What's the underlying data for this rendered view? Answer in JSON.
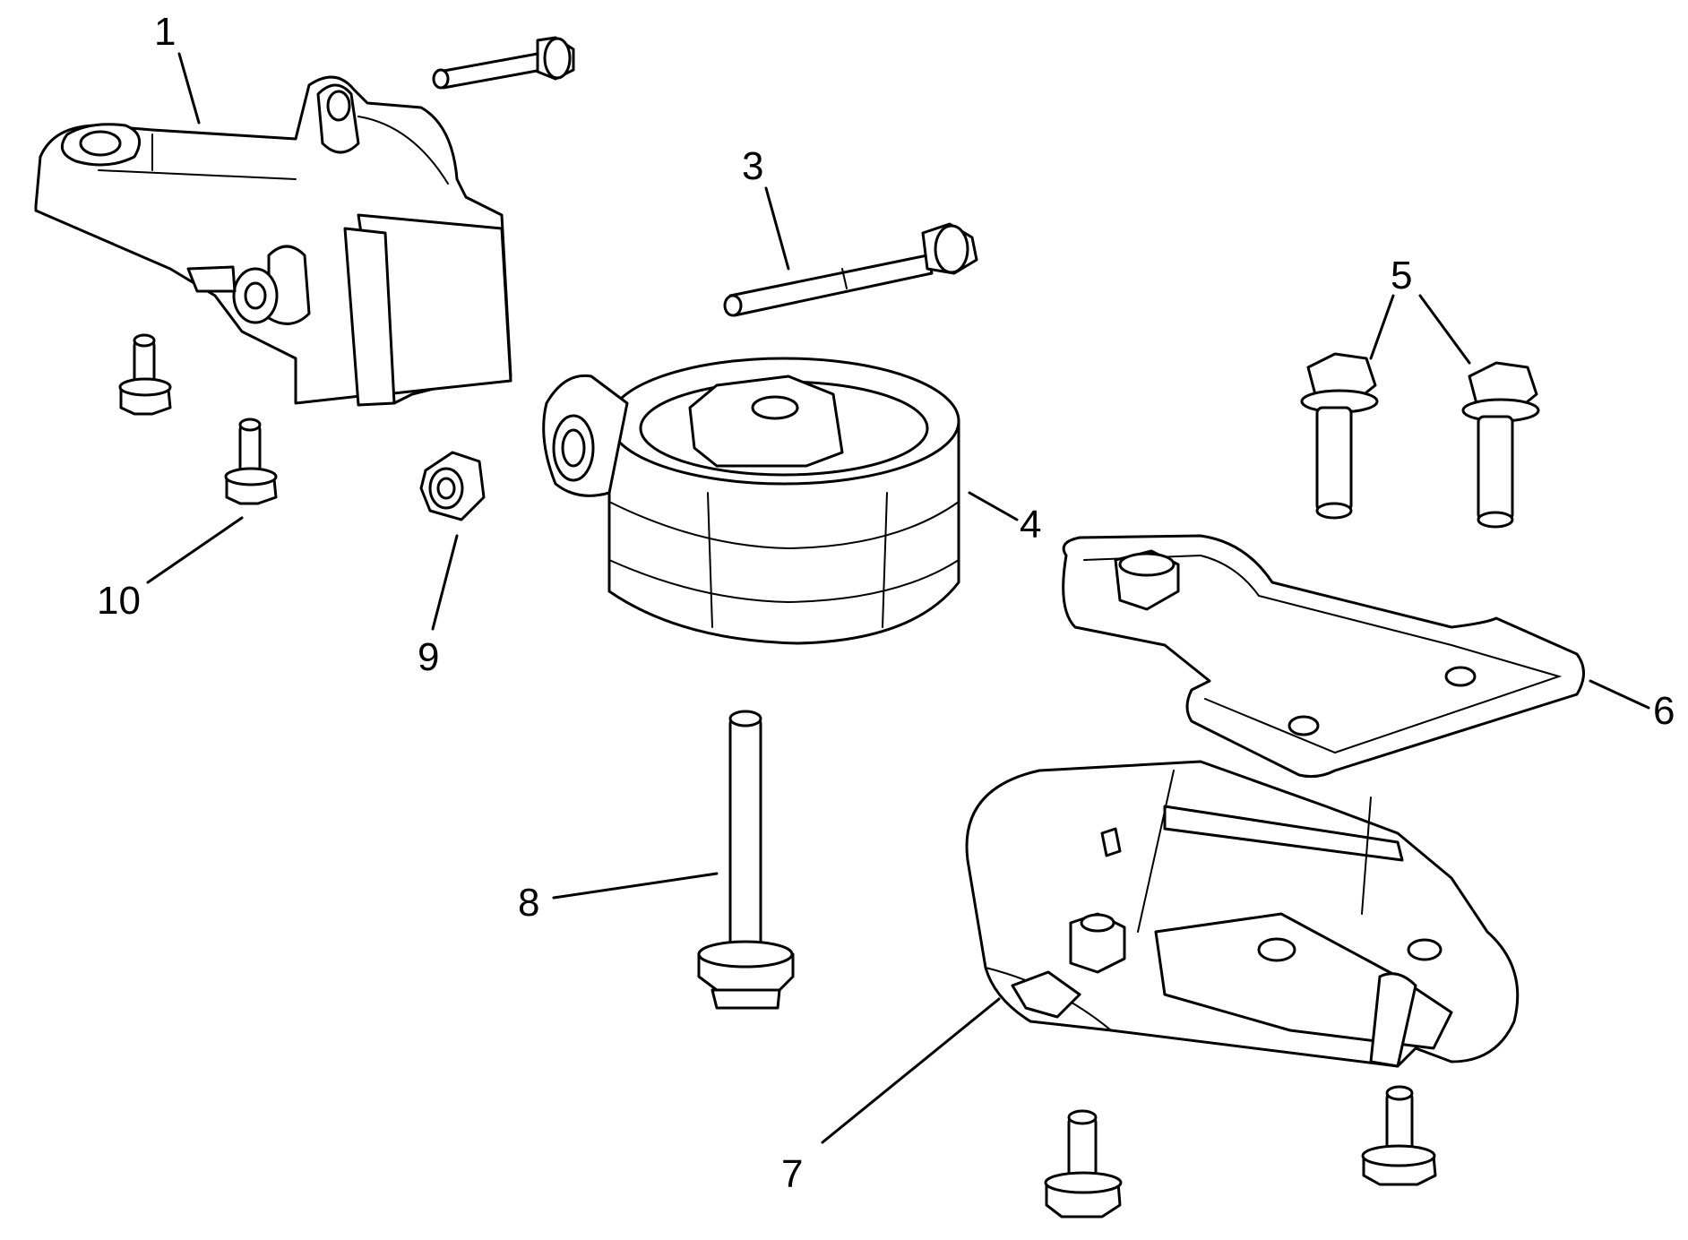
{
  "callouts": [
    {
      "id": "1",
      "label": "1"
    },
    {
      "id": "3",
      "label": "3"
    },
    {
      "id": "4",
      "label": "4"
    },
    {
      "id": "5",
      "label": "5"
    },
    {
      "id": "6",
      "label": "6"
    },
    {
      "id": "7",
      "label": "7"
    },
    {
      "id": "8",
      "label": "8"
    },
    {
      "id": "9",
      "label": "9"
    },
    {
      "id": "10",
      "label": "10"
    }
  ],
  "colors": {
    "ink": "#000000",
    "paper": "#ffffff"
  }
}
